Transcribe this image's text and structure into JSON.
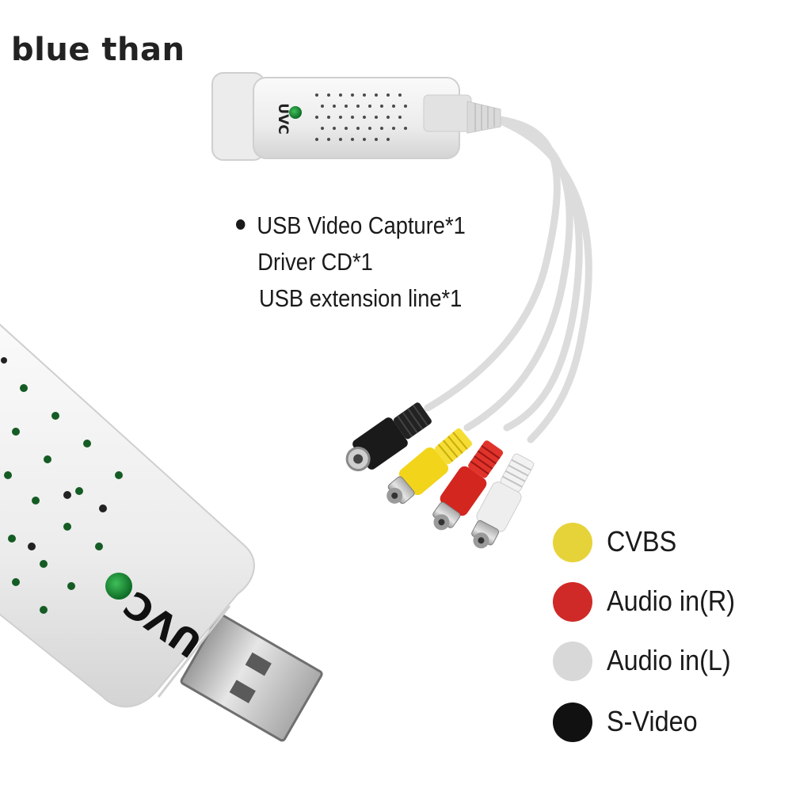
{
  "brand": {
    "text": "blue than"
  },
  "device": {
    "label_small": "UVC",
    "label_large": "UVC"
  },
  "package_contents": [
    "USB Video Capture*1",
    "Driver CD*1",
    "USB extension line*1"
  ],
  "legend": [
    {
      "label": "CVBS",
      "color": "#e6d33a"
    },
    {
      "label": "Audio in(R)",
      "color": "#cf2a27"
    },
    {
      "label": "Audio in(L)",
      "color": "#d8d8d8"
    },
    {
      "label": "S-Video",
      "color": "#111111"
    }
  ]
}
